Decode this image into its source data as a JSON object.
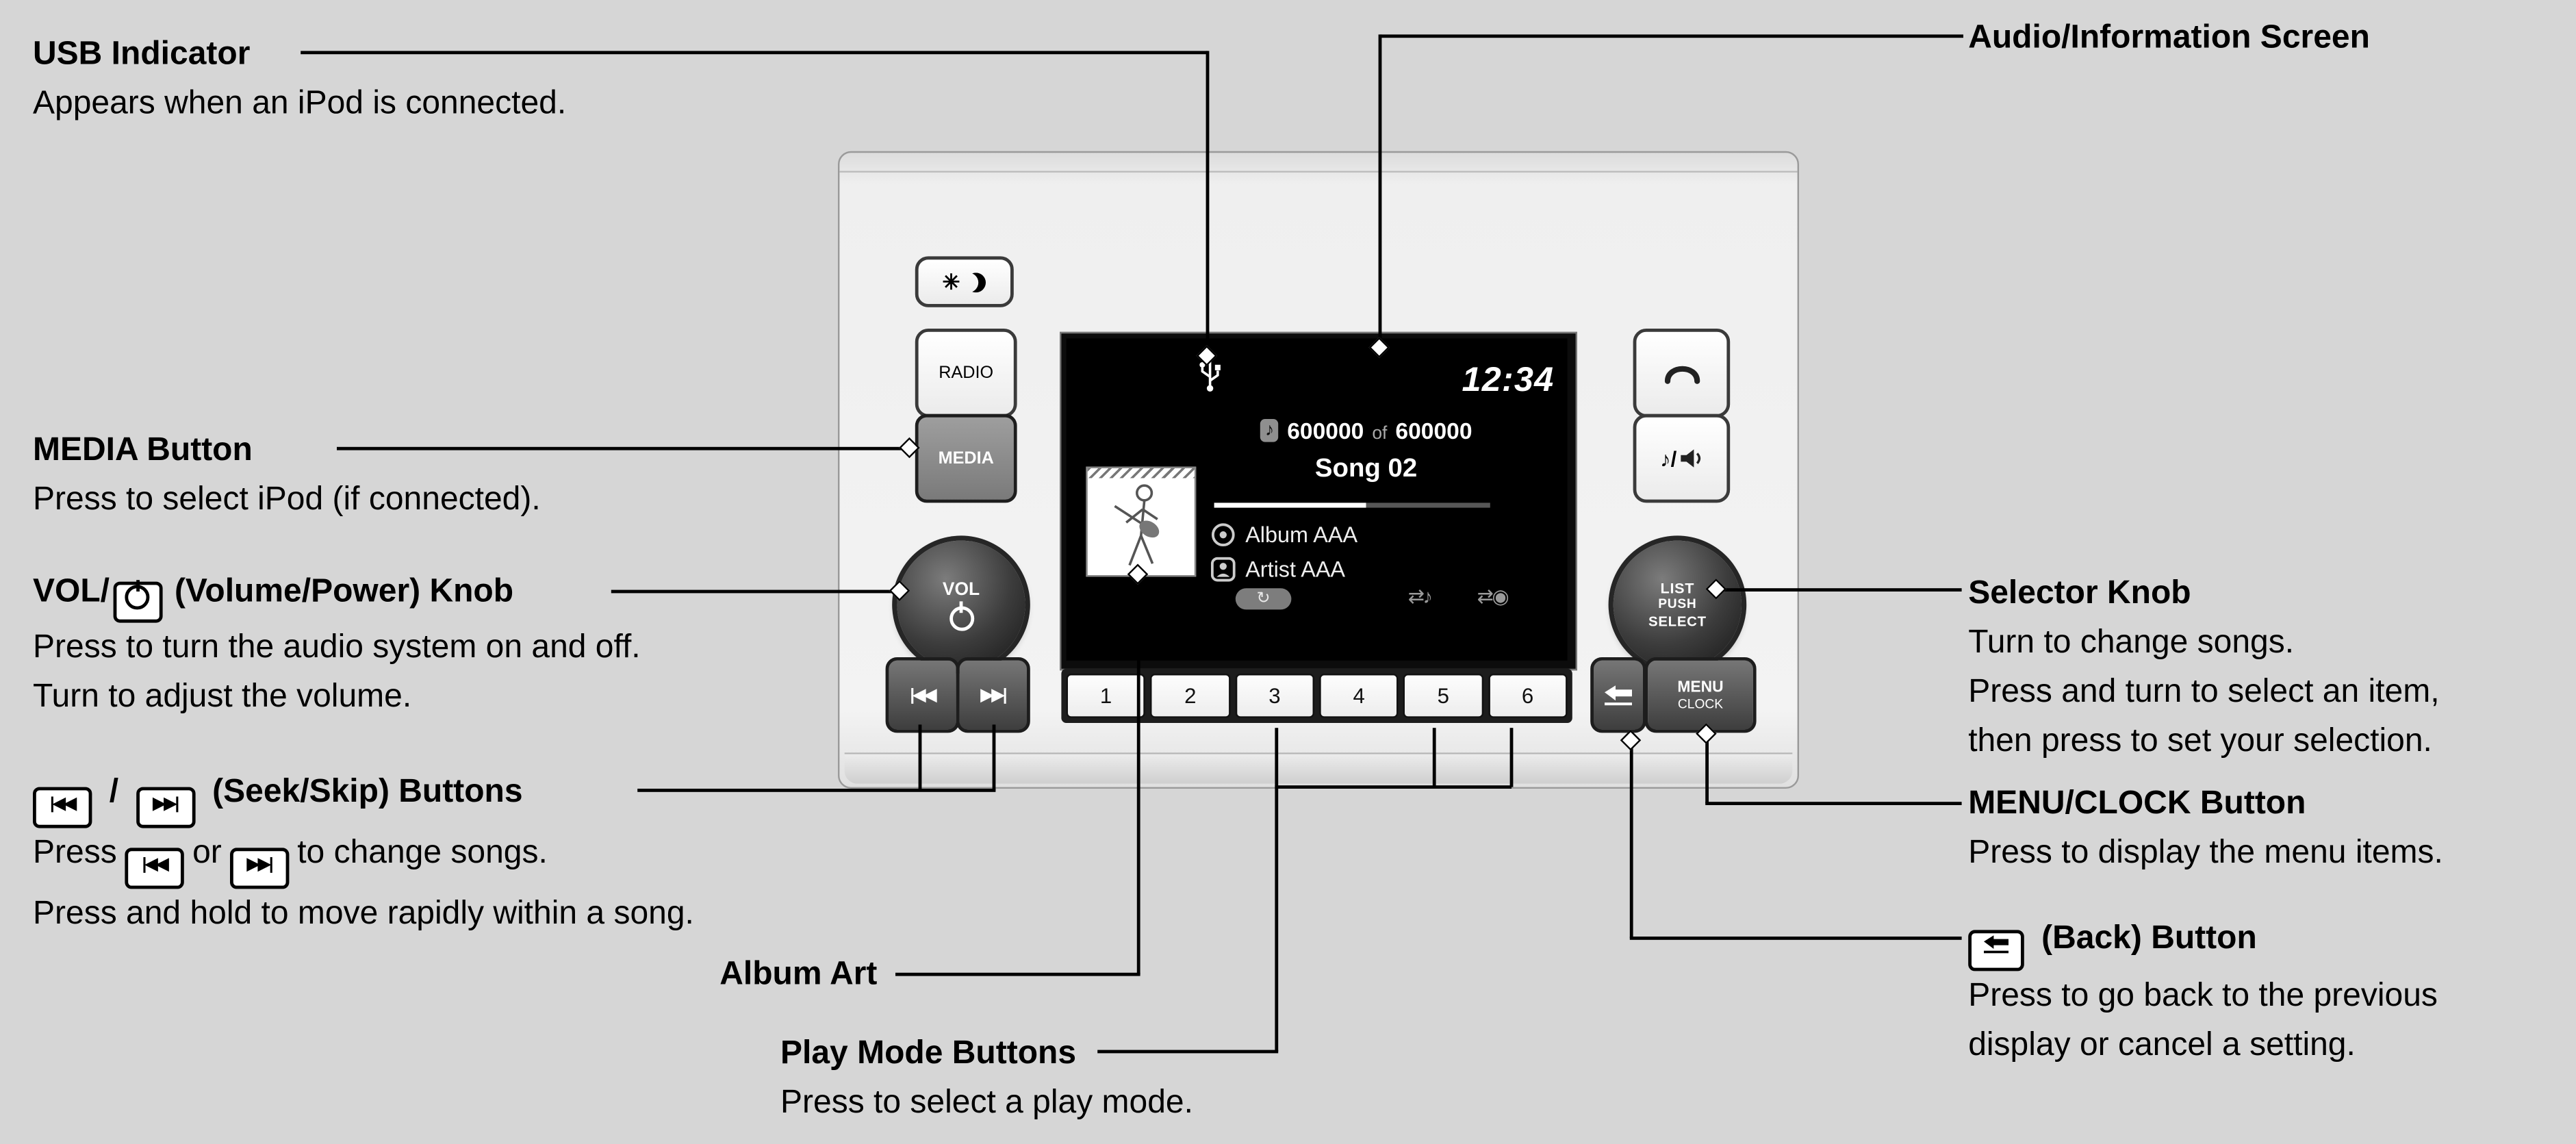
{
  "page": {
    "background": "#d6d6d6"
  },
  "callouts": {
    "usb_indicator": {
      "title": "USB Indicator",
      "desc": "Appears when an iPod is connected."
    },
    "audio_info_screen": {
      "title": "Audio/Information Screen"
    },
    "media_button": {
      "title": "MEDIA Button",
      "desc": "Press to select iPod (if connected)."
    },
    "volume_knob": {
      "title_prefix": "VOL/",
      "title_suffix": " (Volume/Power) Knob",
      "desc_line1": "Press to turn the audio system on and off.",
      "desc_line2": "Turn to adjust the volume."
    },
    "seek_skip_buttons": {
      "title_separator": " / ",
      "title_suffix": " (Seek/Skip) Buttons",
      "desc1_part1": "Press",
      "desc1_part2": "or",
      "desc1_part3": "to change songs.",
      "desc_line2": "Press and hold to move rapidly within a song."
    },
    "album_art": {
      "title": "Album Art"
    },
    "play_mode_buttons": {
      "title": "Play Mode Buttons",
      "desc": "Press to select a play mode."
    },
    "selector_knob": {
      "title": "Selector Knob",
      "desc_line1": "Turn to change songs.",
      "desc_line2": "Press and turn to select an item,",
      "desc_line3": "then press to set your selection."
    },
    "menu_clock_button": {
      "title": "MENU/CLOCK Button",
      "desc": "Press to display the menu items."
    },
    "back_button": {
      "title_suffix": " (Back) Button",
      "desc_line1": "Press to go back to the previous",
      "desc_line2": "display or cancel a setting."
    }
  },
  "device": {
    "radio_label": "RADIO",
    "media_label": "MEDIA",
    "vol_label": "VOL",
    "selector_line1": "LIST",
    "selector_line2": "PUSH",
    "selector_line3": "SELECT",
    "menu_label": "MENU",
    "clock_label": "CLOCK",
    "presets": [
      "1",
      "2",
      "3",
      "4",
      "5",
      "6"
    ]
  },
  "screen": {
    "time": "12:34",
    "track_current": "600000",
    "track_separator": "of",
    "track_total": "600000",
    "song_title": "Song 02",
    "album_label": "Album AAA",
    "artist_label": "Artist AAA"
  },
  "icons": {
    "seek_prev": "|◀◀",
    "seek_next": "▶▶|",
    "brightness_star": "✳",
    "note": "♪",
    "repeat": "↻",
    "shuffle_song": "⇄♪",
    "shuffle_album": "⇄◉",
    "sound_slash": "♪/"
  }
}
